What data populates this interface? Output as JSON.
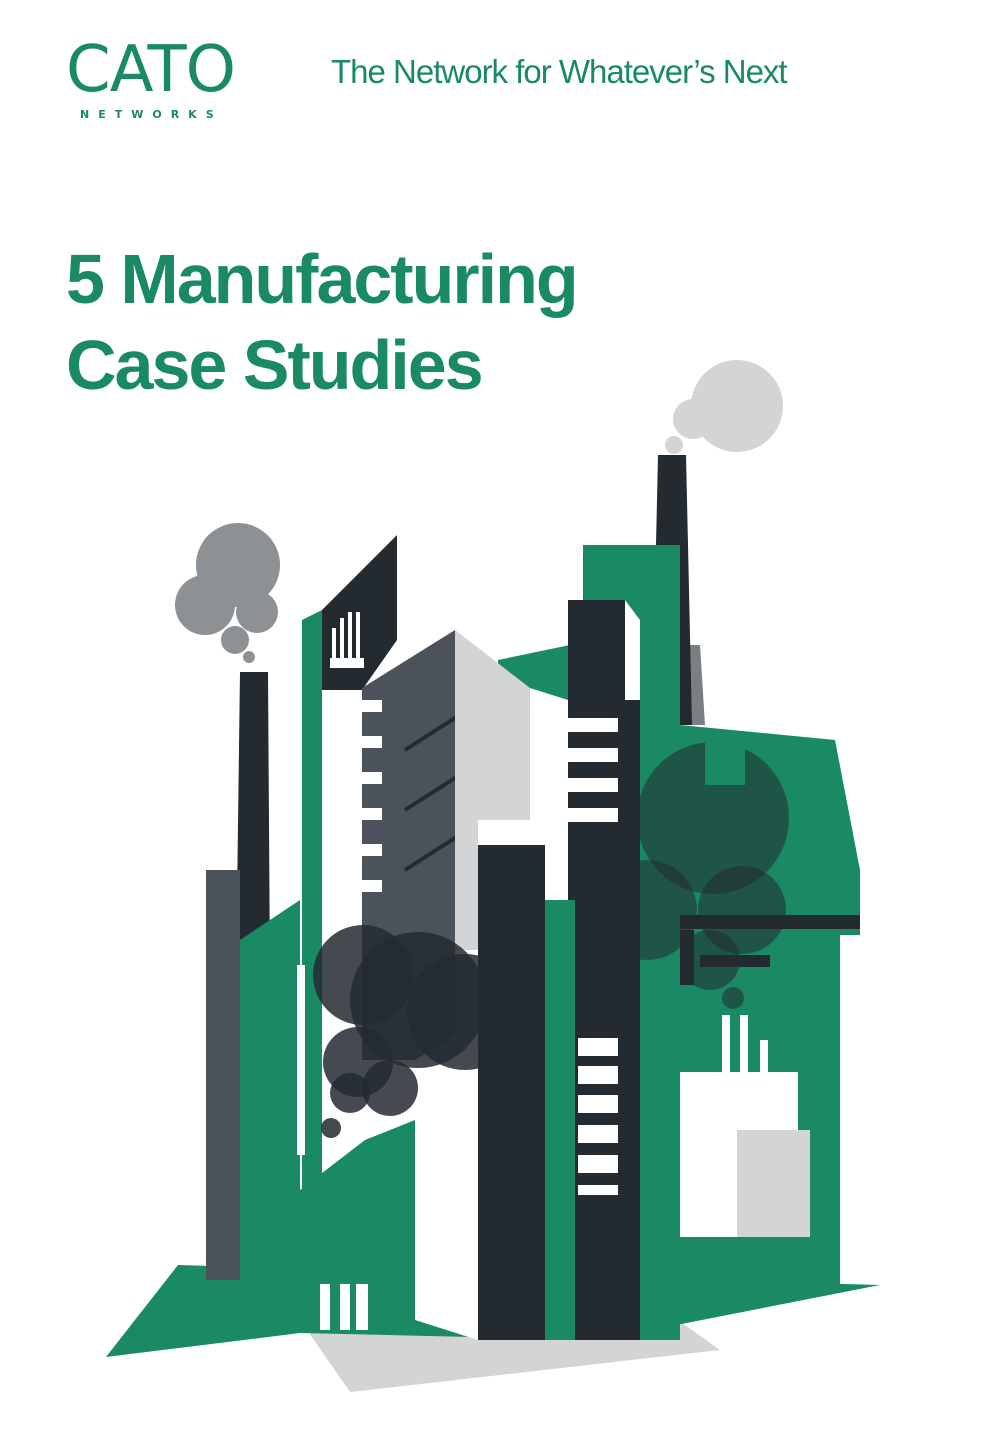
{
  "brand": {
    "logo_main": "CATO",
    "logo_sub": "NETWORKS",
    "tagline": "The Network for Whatever’s Next",
    "colors": {
      "green": "#1a8a64",
      "dark": "#232a30",
      "mid_gray": "#4c5259",
      "light_gray": "#d3d4d6",
      "smoke_gray": "#8e9194",
      "white": "#ffffff"
    }
  },
  "cover": {
    "title_line1": "5 Manufacturing",
    "title_line2": "Case Studies"
  },
  "illustration": {
    "subject": "factory-skyline-illustration"
  }
}
